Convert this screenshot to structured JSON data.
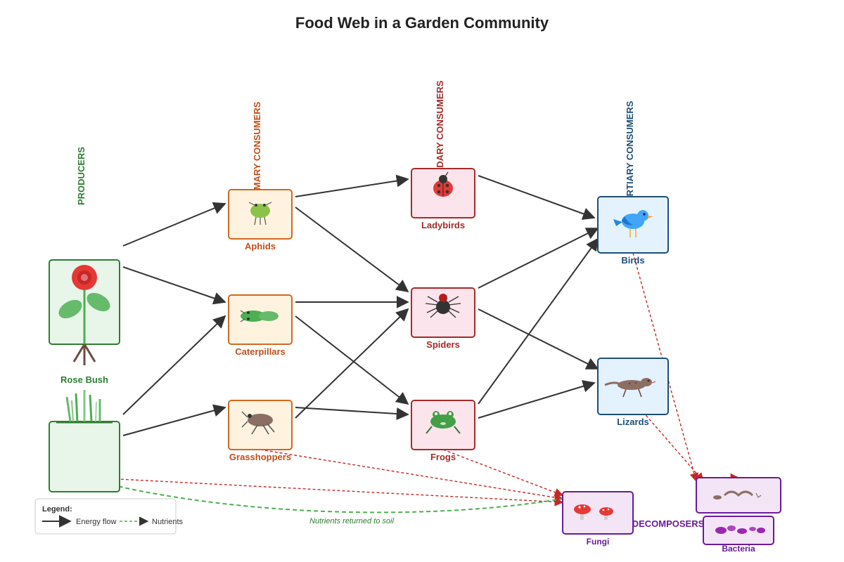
{
  "title": "Food Web in a Garden Community",
  "levels": {
    "producers": "PRODUCERS",
    "primary": "PRIMARY CONSUMERS",
    "secondary": "SECONDARY CONSUMERS",
    "tertiary": "TERTIARY CONSUMERS",
    "decomposers": "DECOMPOSERS"
  },
  "organisms": {
    "rose_bush": "Rose Bush",
    "aphids": "Aphids",
    "caterpillars": "Caterpillars",
    "grasshoppers": "Grasshoppers",
    "ladybirds": "Ladybirds",
    "spiders": "Spiders",
    "frogs": "Frogs",
    "birds": "Birds",
    "lizards": "Lizards",
    "fungi": "Fungi",
    "bacteria": "Bacteria"
  },
  "annotation": "Nutrients returned to soil",
  "legend": {
    "title": "Legend:",
    "energy": "Energy flow",
    "nutrients": "Nutrients"
  },
  "colors": {
    "producer_border": "#2e7d32",
    "producer_fill": "#e8f5e9",
    "primary_border": "#d2691e",
    "primary_fill": "#fff3e0",
    "primary_text": "#c0501a",
    "secondary_border": "#a52a2a",
    "secondary_fill": "#fce4ec",
    "secondary_text": "#a52a2a",
    "tertiary_border": "#1f4e79",
    "tertiary_fill": "#e3f2fd",
    "tertiary_text": "#1f4e79",
    "decomposer_border": "#6a1b9a",
    "decomposer_fill": "#f3e5f5",
    "decomposer_text": "#6a1b9a"
  }
}
